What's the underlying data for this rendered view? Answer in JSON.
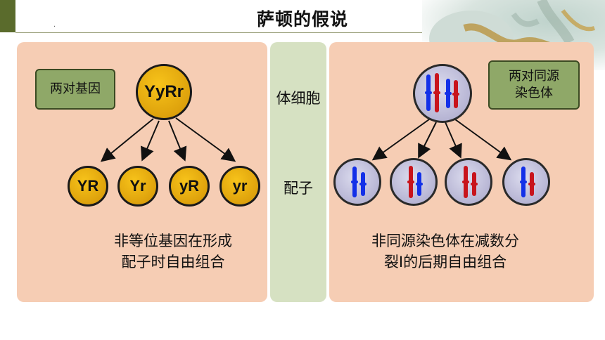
{
  "title": "萨顿的假说",
  "header_dot": ".",
  "middle": {
    "top_label": "体细胞",
    "bottom_label": "配子"
  },
  "left": {
    "box_label": "两对基因",
    "parent": "YyRr",
    "gametes": [
      "YR",
      "Yr",
      "yR",
      "yr"
    ],
    "caption_line1": "非等位基因在形成",
    "caption_line2": "配子时自由组合"
  },
  "right": {
    "box_label_line1": "两对同源",
    "box_label_line2": "染色体",
    "caption_line1": "非同源染色体在减数分",
    "caption_line2": "裂Ⅰ的后期自由组合"
  },
  "colors": {
    "panel": "#f6cdb4",
    "strip": "#d6e1c2",
    "box": "#8fa868",
    "gene": "#e8ad10",
    "chrom_blue": "#1330e8",
    "chrom_red": "#c8141c"
  }
}
